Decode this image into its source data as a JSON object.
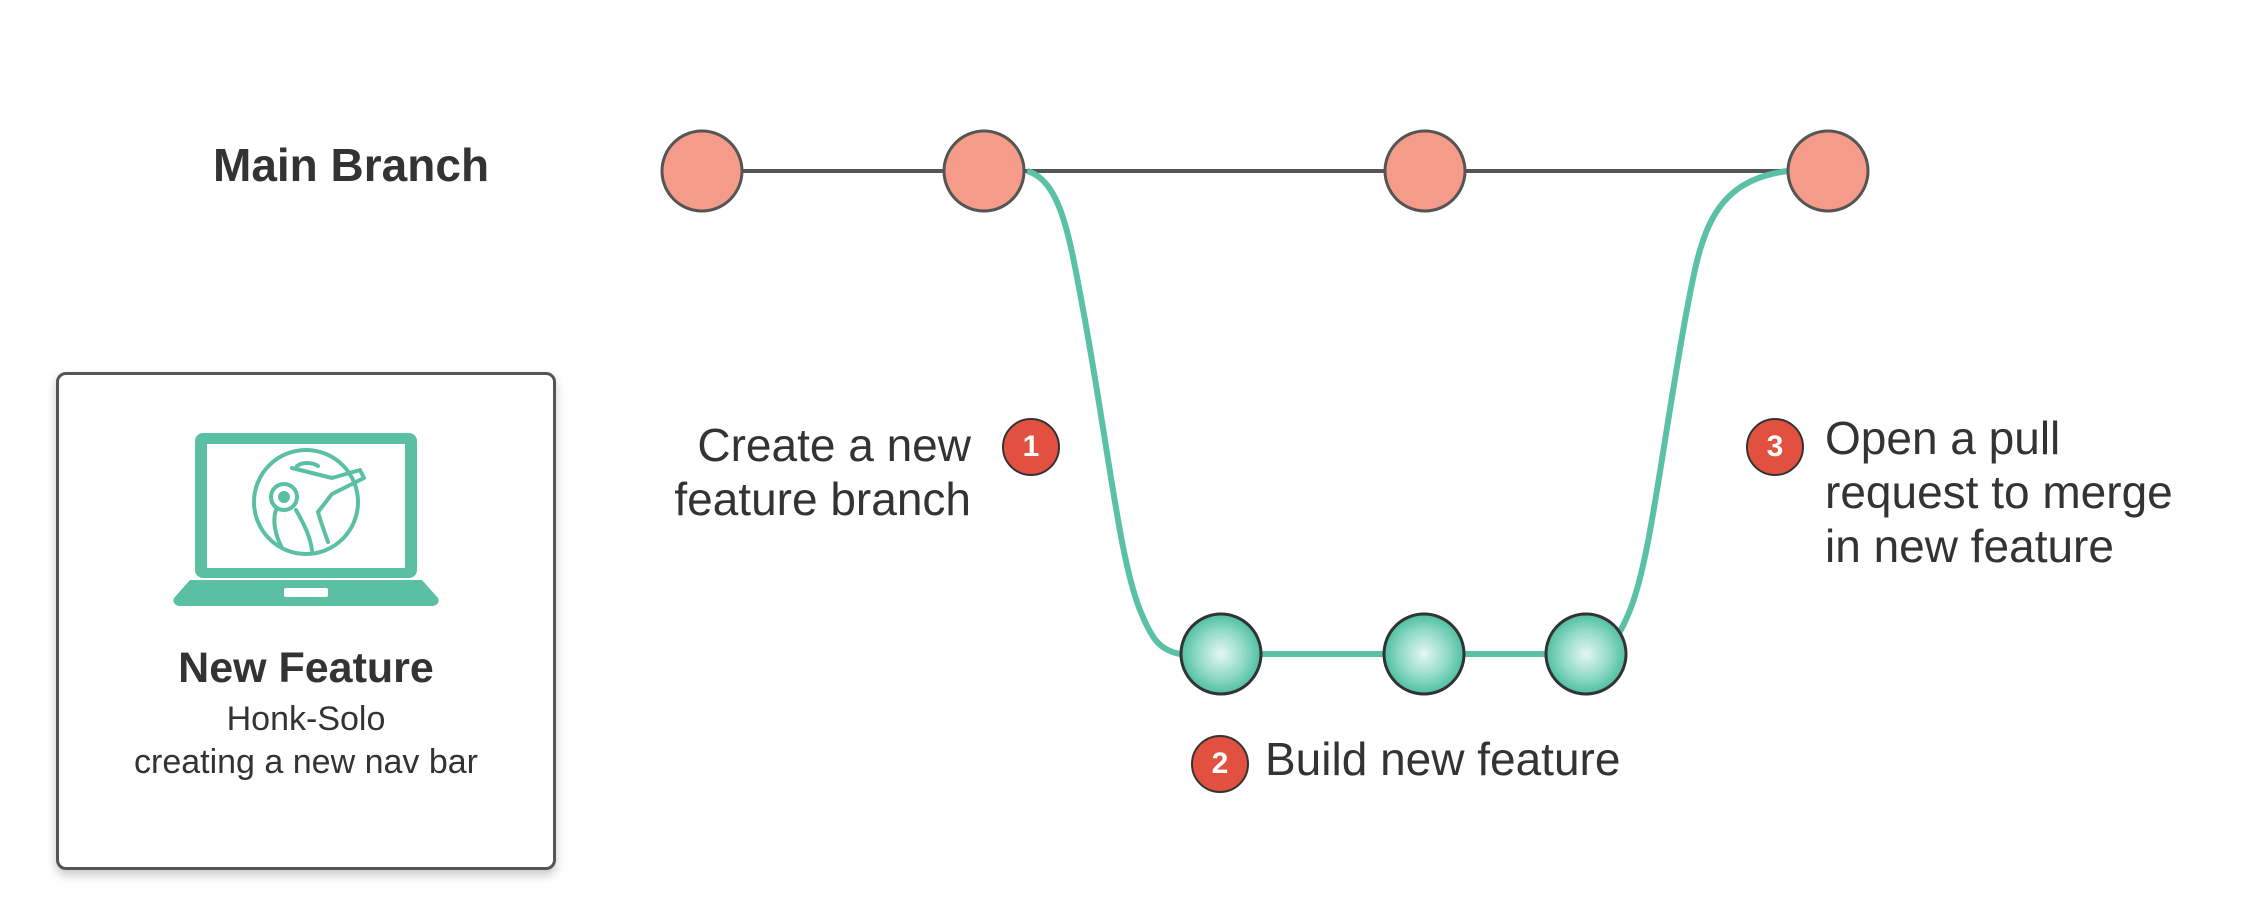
{
  "main_branch": {
    "label": "Main Branch"
  },
  "steps": [
    {
      "number": "1",
      "lines": [
        "Create a new",
        "feature branch"
      ]
    },
    {
      "number": "2",
      "lines": [
        "Build new feature"
      ]
    },
    {
      "number": "3",
      "lines": [
        "Open a pull",
        "request to merge",
        "in new feature"
      ]
    }
  ],
  "card": {
    "title": "New Feature",
    "author": "Honk-Solo",
    "description": "creating a new nav bar",
    "icon": "laptop-with-astronaut-helmet-icon"
  },
  "colors": {
    "main_node": "#f49b89",
    "feature_node": "#64c9b0",
    "feature_line": "#5ac1a6",
    "main_line": "#555555",
    "badge": "#e2503f",
    "text": "#333333"
  }
}
